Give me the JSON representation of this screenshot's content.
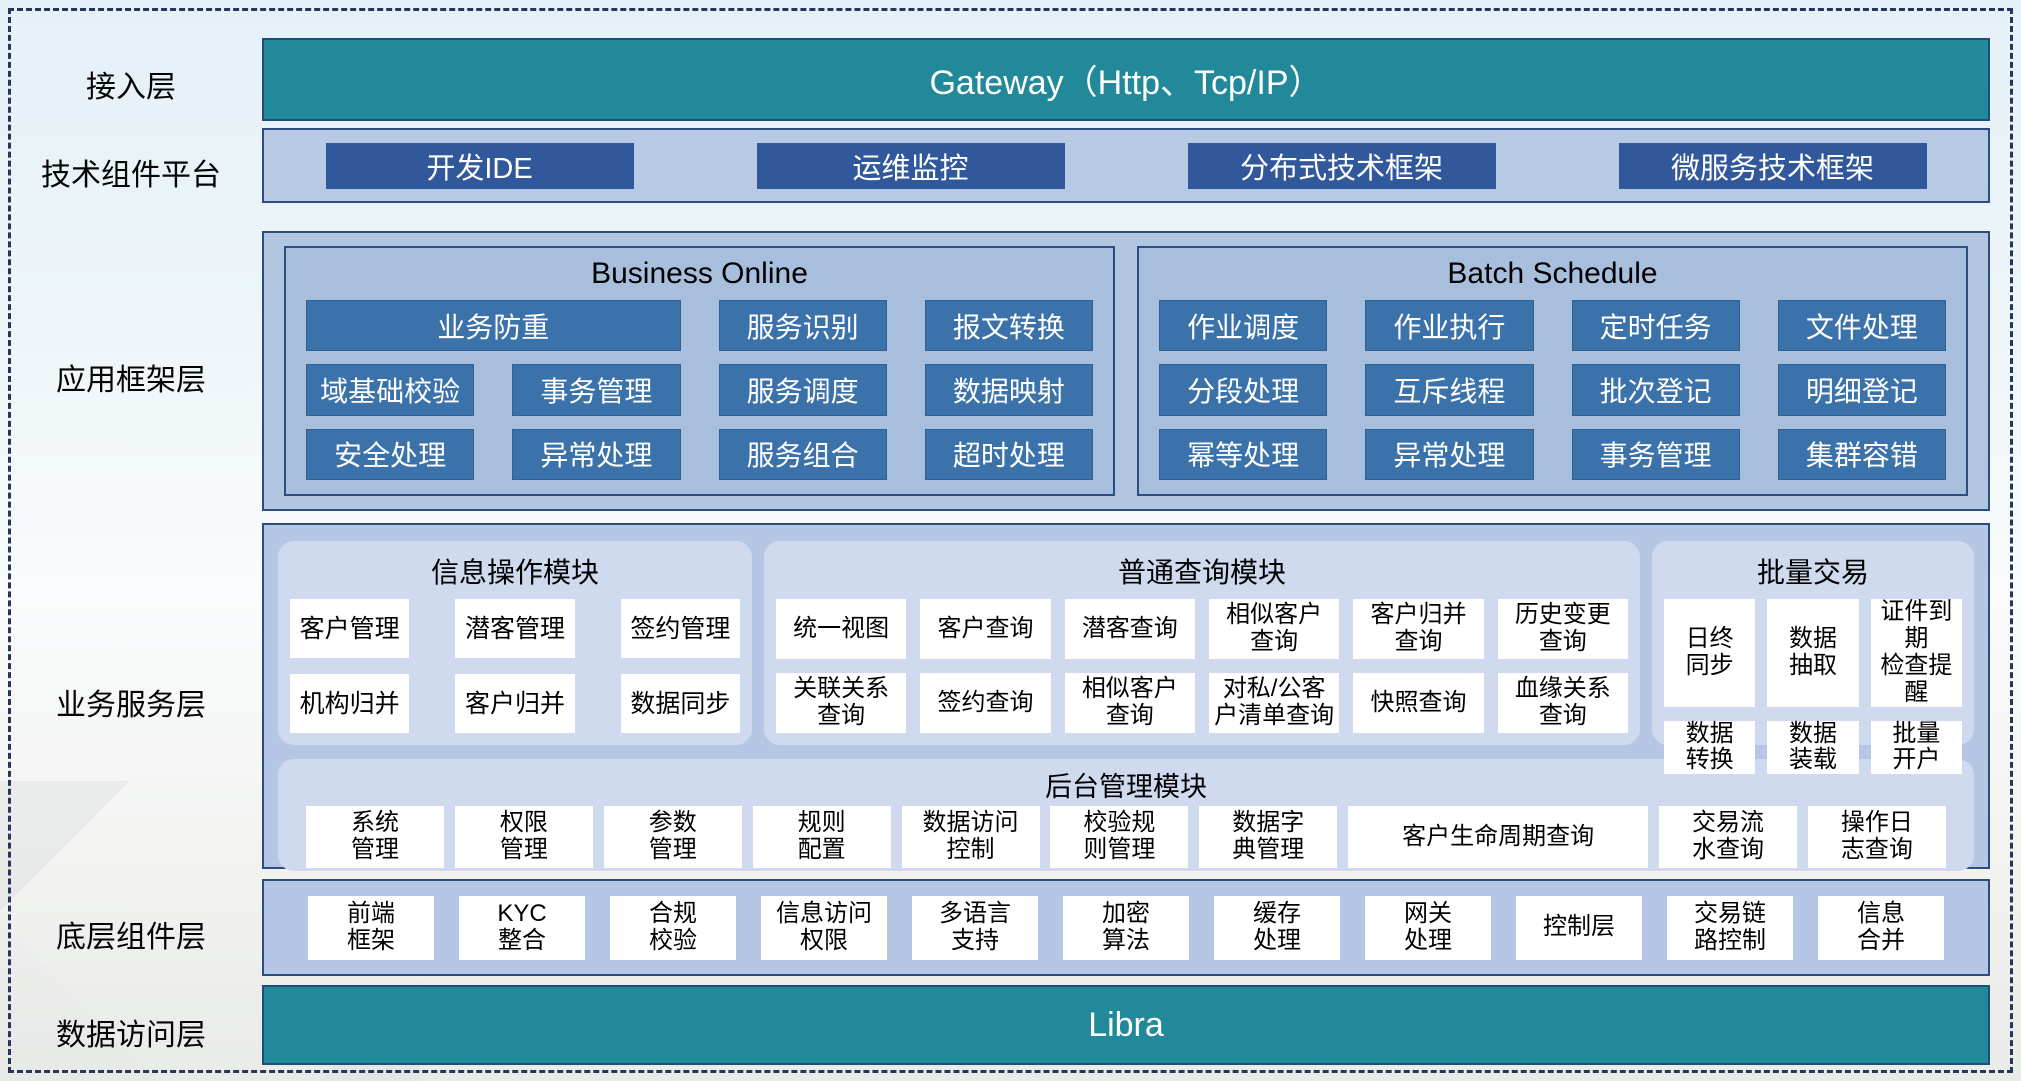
{
  "colors": {
    "teal": "#21899a",
    "dark_button": "#32589c",
    "mid_button": "#3c72aa",
    "panel_blue": "#b5c7e5",
    "inner_panel": "#a8bedd",
    "module_panel": "#cfdaee",
    "border_navy": "#2b4d80"
  },
  "layers": {
    "access": {
      "label": "接入层",
      "bar": "Gateway（Http、Tcp/IP）"
    },
    "tech": {
      "label": "技术组件平台",
      "buttons": [
        {
          "t": "开发IDE"
        },
        {
          "t": "运维监控"
        },
        {
          "t": "分布式技术框架"
        },
        {
          "t": "微服务技术框架"
        }
      ]
    },
    "app": {
      "label": "应用框架层",
      "groups": [
        {
          "title": "Business Online",
          "cells": [
            {
              "t": "业务防重",
              "span": 2
            },
            {
              "t": "服务识别"
            },
            {
              "t": "报文转换"
            },
            {
              "t": "域基础校验"
            },
            {
              "t": "事务管理"
            },
            {
              "t": "服务调度"
            },
            {
              "t": "数据映射"
            },
            {
              "t": "安全处理"
            },
            {
              "t": "异常处理"
            },
            {
              "t": "服务组合"
            },
            {
              "t": "超时处理"
            }
          ]
        },
        {
          "title": "Batch Schedule",
          "cells": [
            {
              "t": "作业调度"
            },
            {
              "t": "作业执行"
            },
            {
              "t": "定时任务"
            },
            {
              "t": "文件处理"
            },
            {
              "t": "分段处理"
            },
            {
              "t": "互斥线程"
            },
            {
              "t": "批次登记"
            },
            {
              "t": "明细登记"
            },
            {
              "t": "幂等处理"
            },
            {
              "t": "异常处理"
            },
            {
              "t": "事务管理"
            },
            {
              "t": "集群容错"
            }
          ]
        }
      ]
    },
    "business": {
      "label": "业务服务层",
      "modules": [
        {
          "title": "信息操作模块",
          "cells": [
            {
              "t": "客户管理"
            },
            {
              "t": "潜客管理"
            },
            {
              "t": "签约管理"
            },
            {
              "t": "机构归并"
            },
            {
              "t": "客户归并"
            },
            {
              "t": "数据同步"
            }
          ]
        },
        {
          "title": "普通查询模块",
          "cells": [
            {
              "t": "统一视图"
            },
            {
              "t": "客户查询"
            },
            {
              "t": "潜客查询"
            },
            {
              "t": "相似客户\n查询"
            },
            {
              "t": "客户归并\n查询"
            },
            {
              "t": "历史变更\n查询"
            },
            {
              "t": "关联关系\n查询"
            },
            {
              "t": "签约查询"
            },
            {
              "t": "相似客户\n查询"
            },
            {
              "t": "对私/公客\n户清单查询"
            },
            {
              "t": "快照查询"
            },
            {
              "t": "血缘关系\n查询"
            }
          ]
        },
        {
          "title": "批量交易",
          "cells": [
            {
              "t": "日终\n同步"
            },
            {
              "t": "数据\n抽取"
            },
            {
              "t": "证件到期\n检查提醒"
            },
            {
              "t": "数据\n转换"
            },
            {
              "t": "数据\n装载"
            },
            {
              "t": "批量\n开户"
            }
          ]
        }
      ],
      "admin": {
        "title": "后台管理模块",
        "cells": [
          {
            "t": "系统\n管理"
          },
          {
            "t": "权限\n管理"
          },
          {
            "t": "参数\n管理"
          },
          {
            "t": "规则\n配置"
          },
          {
            "t": "数据访问\n控制"
          },
          {
            "t": "校验规\n则管理"
          },
          {
            "t": "数据字\n典管理"
          },
          {
            "t": "客户生命周期查询",
            "wide": true
          },
          {
            "t": "交易流\n水查询"
          },
          {
            "t": "操作日\n志查询"
          }
        ]
      }
    },
    "base": {
      "label": "底层组件层",
      "cells": [
        {
          "t": "前端\n框架"
        },
        {
          "t": "KYC\n整合"
        },
        {
          "t": "合规\n校验"
        },
        {
          "t": "信息访问\n权限"
        },
        {
          "t": "多语言\n支持"
        },
        {
          "t": "加密\n算法"
        },
        {
          "t": "缓存\n处理"
        },
        {
          "t": "网关\n处理"
        },
        {
          "t": "控制层"
        },
        {
          "t": "交易链\n路控制"
        },
        {
          "t": "信息\n合并"
        }
      ]
    },
    "data_access": {
      "label": "数据访问层",
      "bar": "Libra"
    }
  }
}
